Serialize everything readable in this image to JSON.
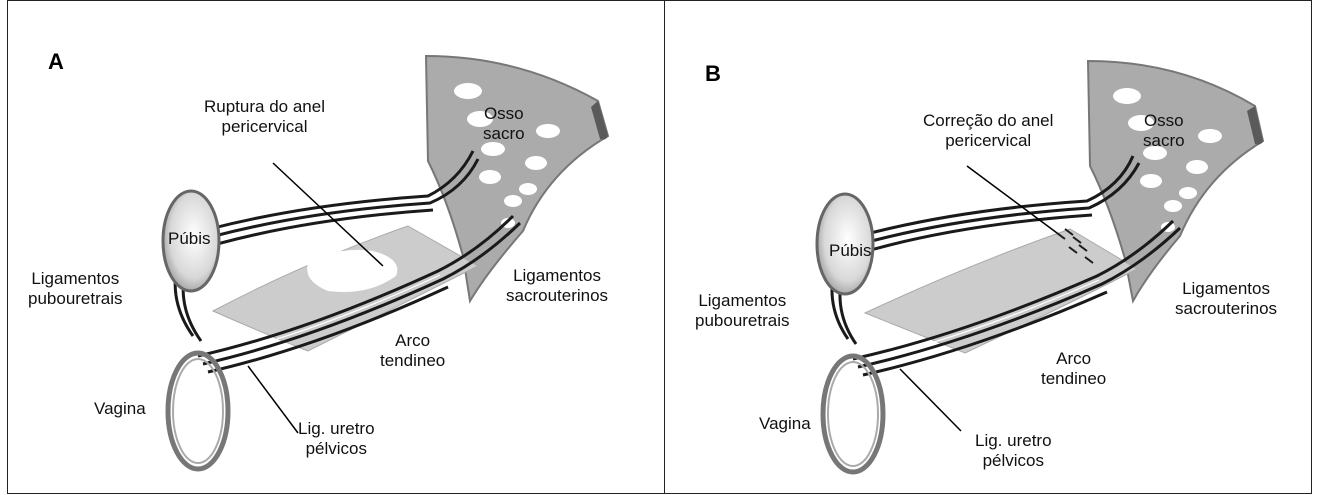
{
  "panels": [
    {
      "letter": "A",
      "labels": {
        "defect": [
          "Ruptura do anel",
          "pericervical"
        ],
        "sacrum": [
          "Osso",
          "sacro"
        ],
        "pubis": "Púbis",
        "pubourethral": [
          "Ligamentos",
          "pubouretrais"
        ],
        "uterosacral": [
          "Ligamentos",
          "sacrouterinos"
        ],
        "arcus": [
          "Arco",
          "tendineo"
        ],
        "vagina": "Vagina",
        "urethropelvic": [
          "Lig. uretro",
          "pélvicos"
        ]
      }
    },
    {
      "letter": "B",
      "labels": {
        "defect": [
          "Correção do anel",
          "pericervical"
        ],
        "sacrum": [
          "Osso",
          "sacro"
        ],
        "pubis": "Púbis",
        "pubourethral": [
          "Ligamentos",
          "pubouretrais"
        ],
        "uterosacral": [
          "Ligamentos",
          "sacrouterinos"
        ],
        "arcus": [
          "Arco",
          "tendineo"
        ],
        "vagina": "Vagina",
        "urethropelvic": [
          "Lig. uretro",
          "pélvicos"
        ]
      }
    }
  ],
  "colors": {
    "border": "#222222",
    "bone": "#a8a8a8",
    "bone_dark": "#6e6e6e",
    "ligament": "#1a1a1a",
    "fascia": "#c8c8c8"
  }
}
